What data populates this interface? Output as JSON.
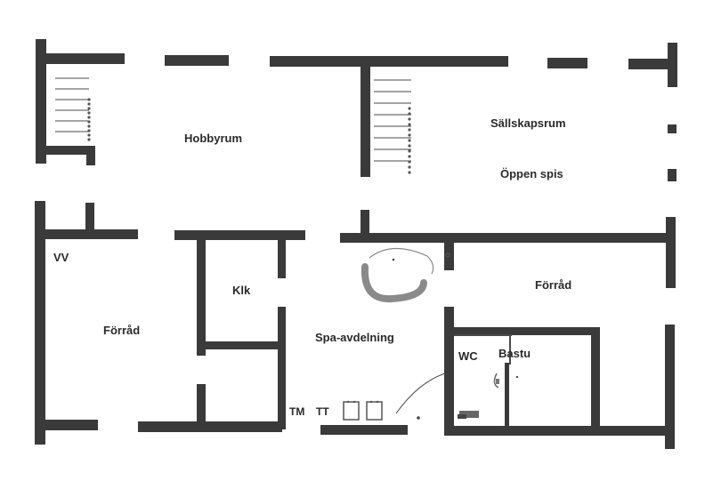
{
  "rooms": {
    "hobbyrum": "Hobbyrum",
    "sallskapsrum": "Sällskapsrum",
    "oppen_spis": "Öppen spis",
    "vv": "VV",
    "forrad_left": "Förråd",
    "klk": "Klk",
    "spa": "Spa-avdelning",
    "forrad_right": "Förråd",
    "wc": "WC",
    "bastu": "Bastu",
    "tm": "TM",
    "tt": "TT"
  },
  "colors": {
    "wall": "#3a3a3a",
    "background": "#ffffff",
    "tub": "#8a8a8a"
  }
}
